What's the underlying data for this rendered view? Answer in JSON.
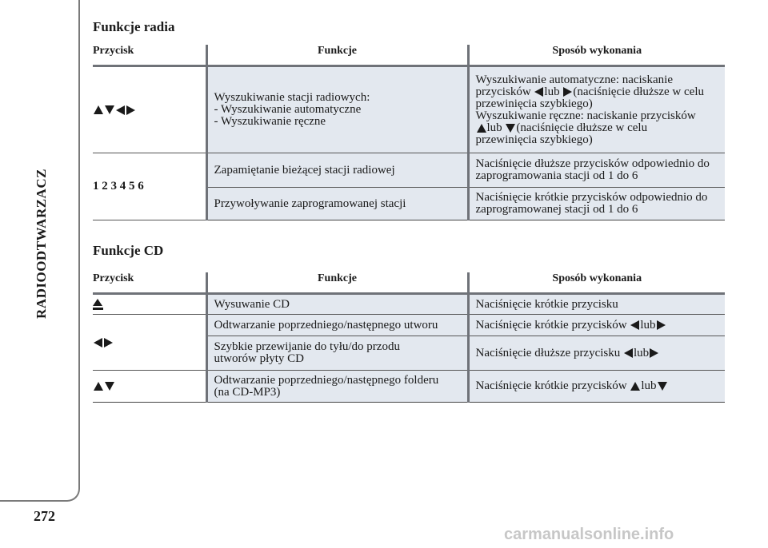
{
  "sidebar": {
    "section": "RADIOODTWARZACZ",
    "page_number": "272"
  },
  "watermark": "carmanualsonline.info",
  "radio": {
    "title": "Funkcje radia",
    "headers": {
      "button": "Przycisk",
      "function": "Funkcje",
      "method": "Sposób wykonania"
    },
    "row_search": {
      "func_l1": "Wyszukiwanie stacji radiowych:",
      "func_l2": "- Wyszukiwanie automatyczne",
      "func_l3": "- Wyszukiwanie ręczne",
      "m1": "Wyszukiwanie automatyczne: naciskanie",
      "m2a": "przycisków",
      "m2b": "lub",
      "m2c": "(naciśnięcie dłuższe w celu",
      "m3": "przewinięcia szybkiego)",
      "m4": "Wyszukiwanie ręczne: naciskanie przycisków",
      "m5b": "lub",
      "m5c": "(naciśnięcie dłuższe w celu",
      "m6": "przewinięcia szybkiego)"
    },
    "row_presets": {
      "button": "1 2 3 4 5 6",
      "store_func": "Zapamiętanie bieżącej stacji radiowej",
      "store_m1": "Naciśnięcie dłuższe przycisków odpowiednio do",
      "store_m2": "zaprogramowania stacji od 1 do 6",
      "recall_func": "Przywoływanie zaprogramowanej stacji",
      "recall_m1": "Naciśnięcie krótkie przycisków odpowiednio do",
      "recall_m2": "zaprogramowanej stacji od 1 do 6"
    }
  },
  "cd": {
    "title": "Funkcje CD",
    "headers": {
      "button": "Przycisk",
      "function": "Funkcje",
      "method": "Sposób wykonania"
    },
    "row_eject": {
      "func": "Wysuwanie CD",
      "method": "Naciśnięcie krótkie przycisku"
    },
    "row_track": {
      "func": "Odtwarzanie poprzedniego/następnego utworu",
      "method_a": "Naciśnięcie krótkie przycisków",
      "method_b": "lub"
    },
    "row_fast": {
      "func_l1": "Szybkie przewijanie do tyłu/do przodu",
      "func_l2": "utworów płyty CD",
      "method_a": "Naciśnięcie dłuższe przycisku",
      "method_b": "lub"
    },
    "row_folder": {
      "func_l1": "Odtwarzanie poprzedniego/następnego folderu",
      "func_l2": "(na CD-MP3)",
      "method_a": "Naciśnięcie krótkie przycisków",
      "method_b": "lub"
    }
  }
}
